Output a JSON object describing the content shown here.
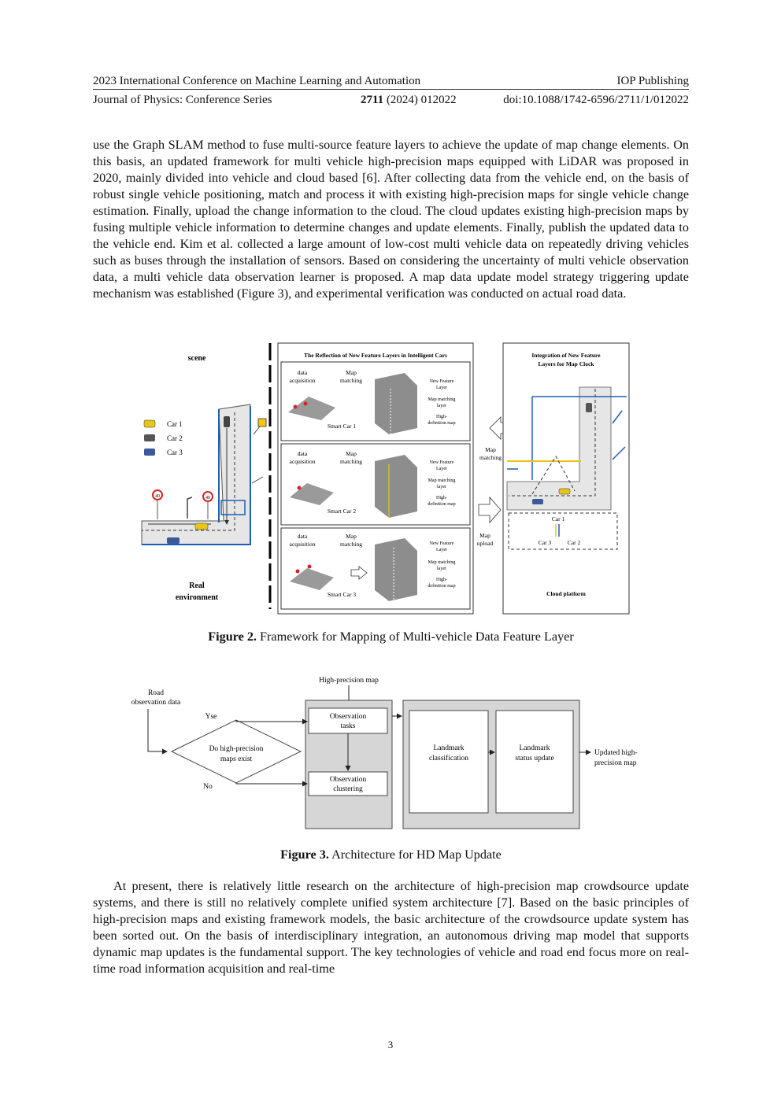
{
  "header": {
    "conference": "2023 International Conference on Machine Learning and Automation",
    "publisher": "IOP Publishing",
    "journal": "Journal of Physics: Conference Series",
    "volume": "2711",
    "year_article": " (2024) 012022",
    "doi": "doi:10.1088/1742-6596/2711/1/012022"
  },
  "body": {
    "para1": "use the Graph SLAM method to fuse multi-source feature layers to achieve the update of map change elements. On this basis, an updated framework for multi vehicle high-precision maps equipped with LiDAR was proposed in 2020, mainly divided into vehicle and cloud based [6]. After collecting data from the vehicle end, on the basis of robust single vehicle positioning, match and process it with existing high-precision maps for single vehicle change estimation. Finally, upload the change information to the cloud. The cloud updates existing high-precision maps by fusing multiple vehicle information to determine changes and update elements. Finally, publish the updated data to the vehicle end. Kim et al. collected a large amount of low-cost multi vehicle data on repeatedly driving vehicles such as buses through the installation of sensors. Based on considering the uncertainty of multi vehicle observation data, a multi vehicle data observation learner is proposed. A map data update model strategy triggering update mechanism was established (Figure 3), and experimental verification was conducted on actual road data.",
    "para2": "At present, there is relatively little research on the architecture of high-precision map crowdsource update systems, and there is still no relatively complete unified system architecture [7]. Based on the basic principles of high-precision maps and existing framework models, the basic architecture of the crowdsource update system has been sorted out. On the basis of interdisciplinary integration, an autonomous driving map model that supports dynamic map updates is the fundamental support. The key technologies of vehicle and road end focus more on real-time road information acquisition and real-time"
  },
  "figure2": {
    "caption_label": "Figure 2.",
    "caption_text": " Framework for Mapping of Multi-vehicle Data Feature Layer",
    "scene": "scene",
    "real_env_1": "Real",
    "real_env_2": "environment",
    "cars": [
      "Car 1",
      "Car 2",
      "Car 3"
    ],
    "sign_speed": "40",
    "reflection_title": "The Reflection of New Feature Layers in Intelligent Cars",
    "data_acq_1": "data",
    "data_acq_2": "acquisition",
    "map_match_1": "Map",
    "map_match_2": "matching",
    "layer_new_1": "New Feature",
    "layer_new_2": "Layer",
    "layer_mm_1": "Map matching",
    "layer_mm_2": "layer",
    "layer_hd_1": "High-",
    "layer_hd_2": "definition map",
    "smart_cars": [
      "Smart Car 1",
      "Smart Car 2",
      "Smart Car 3"
    ],
    "arrow_matching_1": "Map",
    "arrow_matching_2": "matching",
    "arrow_upload_1": "Map",
    "arrow_upload_2": "upload",
    "integration_1": "Integration of New Feature",
    "integration_2": "Layers for Map Clock",
    "cloud_car1": "Car 1",
    "cloud_car3": "Car 3",
    "cloud_car2": "Car 2",
    "cloud_platform": "Cloud platform"
  },
  "figure3": {
    "caption_label": "Figure 3.",
    "caption_text": " Architecture for HD Map Update",
    "hp_map": "High-precision  map",
    "road_obs_1": "Road",
    "road_obs_2": "observation  data",
    "yes": "Yse",
    "no": "No",
    "decision_1": "Do high-precision",
    "decision_2": "maps exist",
    "obs_tasks_1": "Observation",
    "obs_tasks_2": "tasks",
    "obs_clust_1": "Observation",
    "obs_clust_2": "clustering",
    "landmark_class_1": "Landmark",
    "landmark_class_2": "classification",
    "landmark_status_1": "Landmark",
    "landmark_status_2": "status update",
    "updated_1": "Updated high-",
    "updated_2": "precision map"
  },
  "page_number": "3"
}
